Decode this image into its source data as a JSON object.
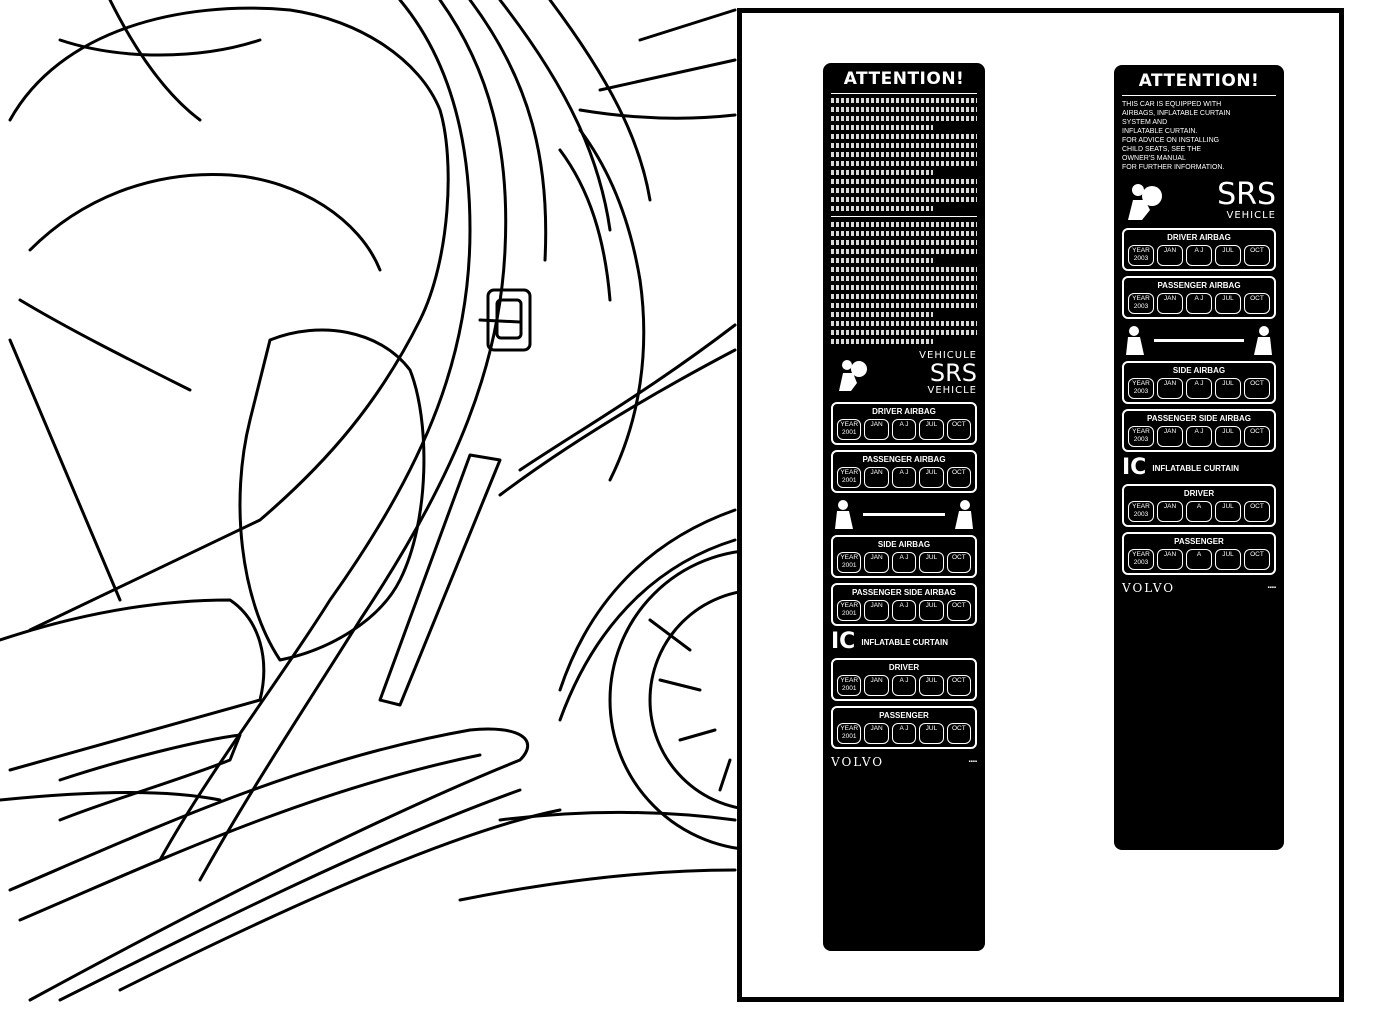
{
  "label_left": {
    "title": "ATTENTION!",
    "srs_line1": "VEHICULE",
    "srs_main": "SRS",
    "srs_line2": "VEHICLE",
    "panels": [
      {
        "title": "DRIVER AIRBAG",
        "cells": [
          "YEAR 2001",
          "JAN",
          "A  J",
          "JUL",
          "OCT"
        ]
      },
      {
        "title": "PASSENGER AIRBAG",
        "cells": [
          "YEAR 2001",
          "JAN",
          "A  J",
          "JUL",
          "OCT"
        ]
      },
      {
        "title": "SIDE AIRBAG",
        "cells": [
          "YEAR 2001",
          "JAN",
          "A  J",
          "JUL",
          "OCT"
        ]
      },
      {
        "title": "PASSENGER SIDE AIRBAG",
        "cells": [
          "YEAR 2001",
          "JAN",
          "A  J",
          "JUL",
          "OCT"
        ]
      }
    ],
    "ic_mark": "IC",
    "curtain_text": "INFLATABLE CURTAIN",
    "ic_panels": [
      {
        "title": "DRIVER",
        "cells": [
          "YEAR 2001",
          "JAN",
          "A  J",
          "JUL",
          "OCT"
        ]
      },
      {
        "title": "PASSENGER",
        "cells": [
          "YEAR 2001",
          "JAN",
          "A  J",
          "JUL",
          "OCT"
        ]
      }
    ],
    "brand": "VOLVO"
  },
  "label_right": {
    "title": "ATTENTION!",
    "body_text": "THIS CAR IS EQUIPPED WITH\nAIRBAGS, INFLATABLE CURTAIN\nSYSTEM AND\nINFLATABLE CURTAIN.\nFOR ADVICE ON INSTALLING\nCHILD SEATS, SEE THE\nOWNER'S MANUAL\nFOR FURTHER INFORMATION.",
    "srs_main": "SRS",
    "srs_line2": "VEHICLE",
    "panels": [
      {
        "title": "DRIVER AIRBAG",
        "cells": [
          "YEAR 2003",
          "JAN",
          "A  J",
          "JUL",
          "OCT"
        ]
      },
      {
        "title": "PASSENGER AIRBAG",
        "cells": [
          "YEAR 2003",
          "JAN",
          "A  J",
          "JUL",
          "OCT"
        ]
      },
      {
        "title": "SIDE AIRBAG",
        "cells": [
          "YEAR 2003",
          "JAN",
          "A  J",
          "JUL",
          "OCT"
        ]
      },
      {
        "title": "PASSENGER SIDE AIRBAG",
        "cells": [
          "YEAR 2003",
          "JAN",
          "A  J",
          "JUL",
          "OCT"
        ]
      }
    ],
    "ic_mark": "IC",
    "curtain_text": "INFLATABLE CURTAIN",
    "ic_panels": [
      {
        "title": "DRIVER",
        "cells": [
          "YEAR 2003",
          "JAN",
          "A",
          "JUL",
          "OCT"
        ]
      },
      {
        "title": "PASSENGER",
        "cells": [
          "YEAR 2003",
          "JAN",
          "A",
          "JUL",
          "OCT"
        ]
      }
    ],
    "brand": "VOLVO"
  }
}
